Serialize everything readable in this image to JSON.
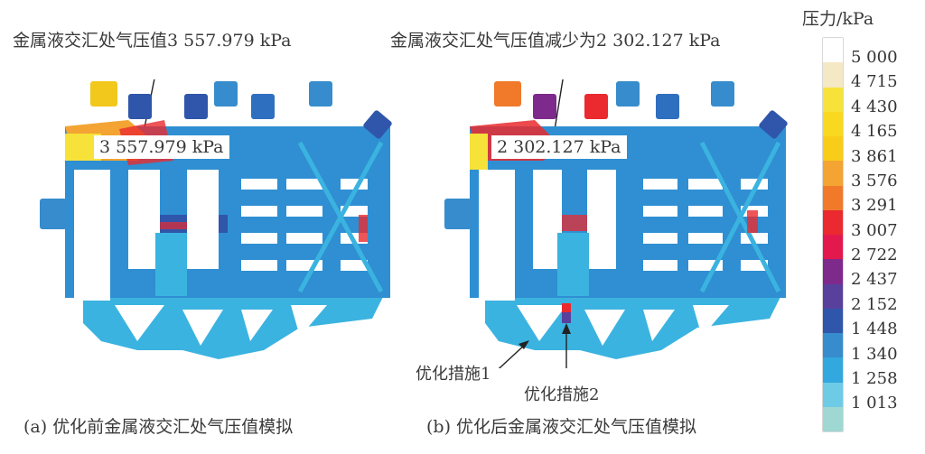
{
  "figure": {
    "panel_a": {
      "annotation": "金属液交汇处气压值3 557.979 kPa",
      "value_label": "3 557.979 kPa",
      "caption": "(a) 优化前金属液交汇处气压值模拟"
    },
    "panel_b": {
      "annotation": "金属液交汇处气压值减少为2 302.127 kPa",
      "value_label": "2 302.127  kPa",
      "measure_1": "优化措施1",
      "measure_2": "优化措施2",
      "caption": "(b) 优化后金属液交汇处气压值模拟"
    }
  },
  "legend": {
    "title": "压力/kPa",
    "ticks": [
      "5 000",
      "4 715",
      "4 430",
      "4 165",
      "3 861",
      "3 576",
      "3 291",
      "3 007",
      "2 722",
      "2 437",
      "2 152",
      "1 448",
      "1 340",
      "1 258",
      "1 013"
    ],
    "colors": [
      "#ffffff",
      "#f5e8c4",
      "#f7e23a",
      "#f9d820",
      "#f8cc18",
      "#f3a432",
      "#f07a2a",
      "#ea2a2e",
      "#e3194e",
      "#7e2a8c",
      "#58409c",
      "#2f56aa",
      "#368ccc",
      "#33a8de",
      "#6ecbe6",
      "#9fd8d3"
    ]
  },
  "chart_data": {
    "type": "heatmap",
    "title": "金属液交汇处气压值模拟",
    "colorbar_label": "压力/kPa",
    "colorbar_ticks": [
      5000,
      4715,
      4430,
      4165,
      3861,
      3576,
      3291,
      3007,
      2722,
      2437,
      2152,
      1448,
      1340,
      1258,
      1013
    ],
    "panels": [
      {
        "name": "(a) 优化前金属液交汇处气压值模拟",
        "junction_pressure_kPa": 3557.979
      },
      {
        "name": "(b) 优化后金属液交汇处气压值模拟",
        "junction_pressure_kPa": 2302.127,
        "annotations": [
          "优化措施1",
          "优化措施2"
        ]
      }
    ]
  }
}
